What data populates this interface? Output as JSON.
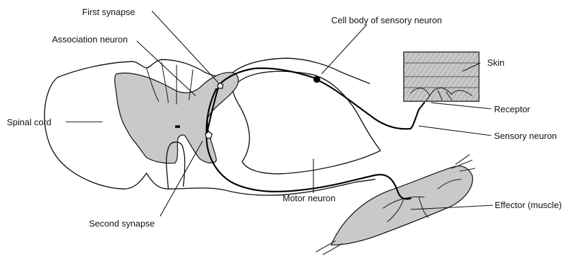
{
  "labels": {
    "first_synapse": "First synapse",
    "association_neuron": "Association neuron",
    "cell_body": "Cell body of sensory neuron",
    "skin": "Skin",
    "spinal_cord": "Spinal cord",
    "receptor": "Receptor",
    "sensory_neuron": "Sensory neuron",
    "motor_neuron": "Motor neuron",
    "effector": "Effector (muscle)",
    "second_synapse": "Second synapse"
  },
  "colors": {
    "grey_matter": "#c9c9c9",
    "ink": "#111111",
    "background": "#ffffff"
  }
}
